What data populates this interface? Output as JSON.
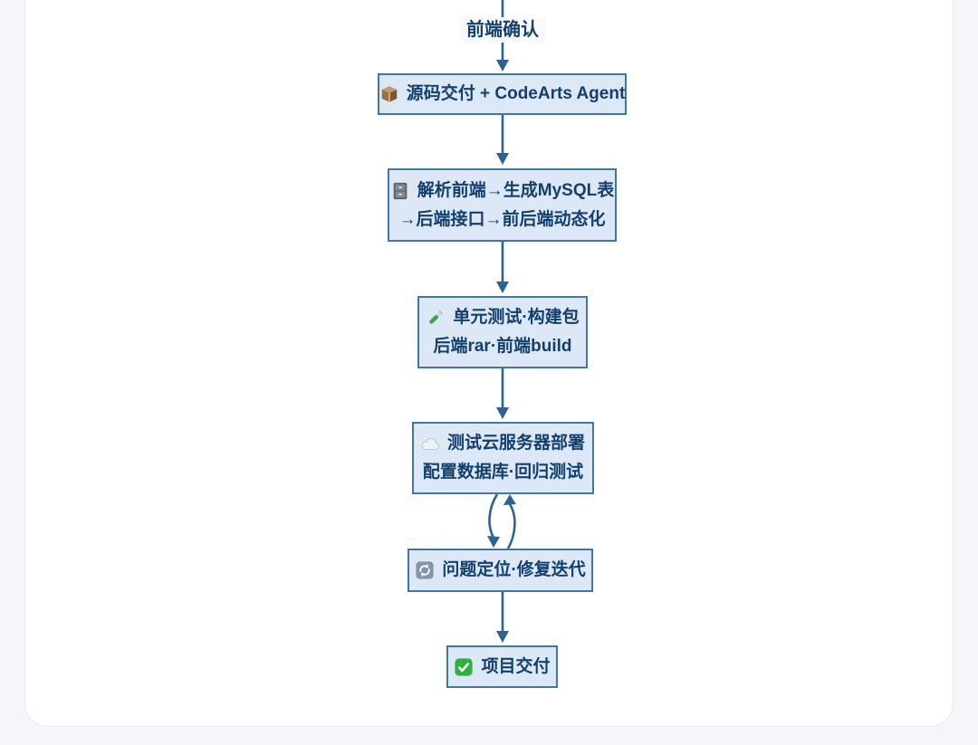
{
  "diagram": {
    "edge_label": "前端确认",
    "nodes": [
      {
        "name": "source-delivery",
        "icon": "package-icon",
        "line1": "源码交付 + CodeArts Agent"
      },
      {
        "name": "parse-generate",
        "icon": "file-cabinet-icon",
        "line1": "解析前端→生成MySQL表",
        "line2": "→后端接口→前后端动态化"
      },
      {
        "name": "unit-test-build",
        "icon": "test-tube-icon",
        "line1": "单元测试·构建包",
        "line2": "后端rar·前端build"
      },
      {
        "name": "cloud-deploy",
        "icon": "cloud-icon",
        "line1": "测试云服务器部署",
        "line2": "配置数据库·回归测试"
      },
      {
        "name": "issue-fix-iterate",
        "icon": "refresh-icon",
        "line1": "问题定位·修复迭代"
      },
      {
        "name": "project-delivery",
        "icon": "check-icon",
        "line1": "项目交付"
      }
    ],
    "colors": {
      "node_fill": "#dce8f6",
      "node_border": "#4176a6",
      "node_text": "#133f6d",
      "edge": "#2d6294",
      "page_background": "#f4f6f9",
      "card_background": "#ffffff"
    }
  }
}
